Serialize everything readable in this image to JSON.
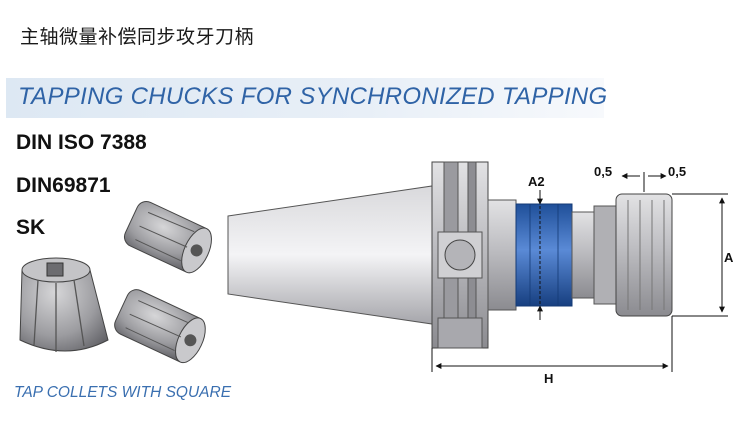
{
  "header": {
    "chinese_title": "主轴微量补偿同步攻牙刀柄"
  },
  "banner": {
    "text": "TAPPING CHUCKS FOR SYNCHRONIZED TAPPING",
    "color": "#2f63a6"
  },
  "standards": [
    "DIN ISO 7388",
    "DIN69871",
    "SK"
  ],
  "caption": {
    "text": "TAP COLLETS WITH SQUARE"
  },
  "drawing": {
    "dimensions": {
      "a2": "A2",
      "a": "A",
      "h": "H",
      "float_left": "0,5",
      "float_right": "0,5"
    },
    "accent_color": "#2a64b8"
  }
}
